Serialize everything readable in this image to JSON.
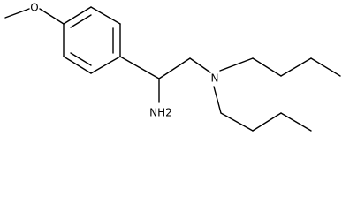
{
  "molecule": {
    "labels": {
      "methoxy_oxygen": "O",
      "amine": "NH2",
      "tertiary_nitrogen": "N"
    }
  }
}
